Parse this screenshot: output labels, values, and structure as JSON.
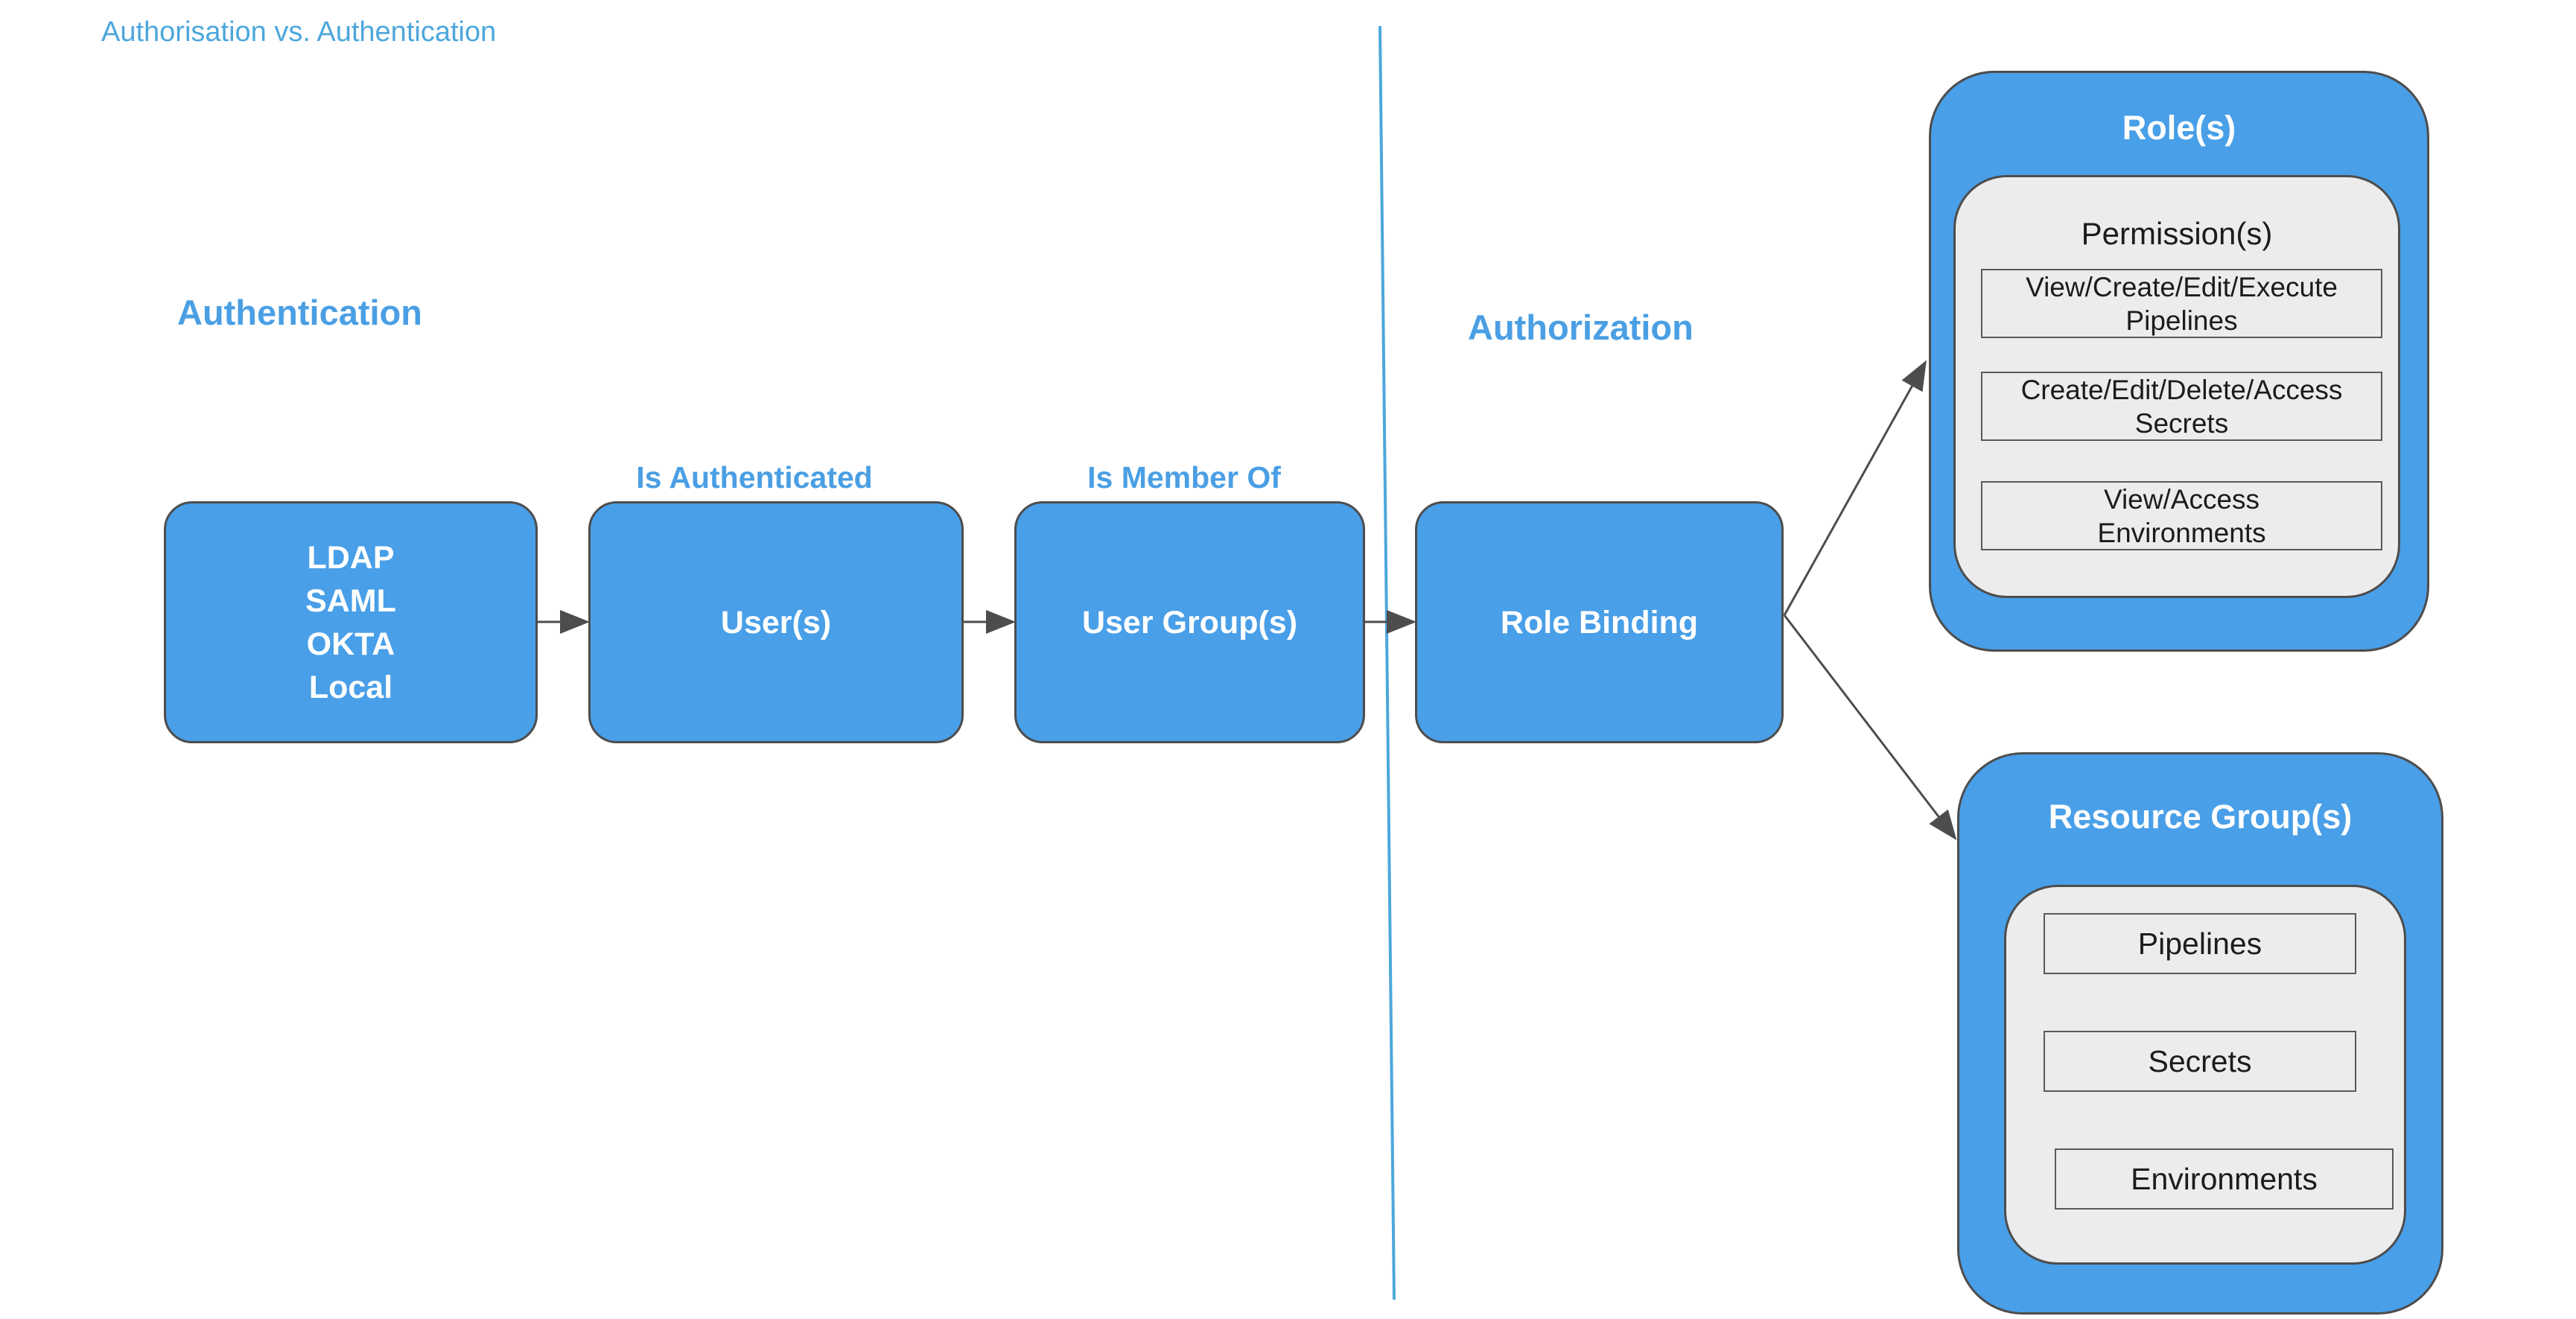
{
  "title": "Authorisation vs. Authentication",
  "sections": {
    "authentication": {
      "heading": "Authentication"
    },
    "authorization": {
      "heading": "Authorization"
    }
  },
  "flow": {
    "identity_providers": {
      "label": "LDAP\nSAML\nOKTA\nLocal"
    },
    "users": {
      "label": "User(s)"
    },
    "user_groups": {
      "label": "User Group(s)"
    },
    "role_binding": {
      "label": "Role Binding"
    },
    "edge_labels": {
      "is_authenticated": "Is Authenticated",
      "is_member_of": "Is Member Of"
    }
  },
  "roles": {
    "title": "Role(s)",
    "subtitle": "Permission(s)",
    "permissions": [
      "View/Create/Edit/Execute\nPipelines",
      "Create/Edit/Delete/Access\nSecrets",
      "View/Access\nEnvironments"
    ]
  },
  "resource_groups": {
    "title": "Resource Group(s)",
    "resources": [
      "Pipelines",
      "Secrets",
      "Environments"
    ]
  },
  "colors": {
    "shape_blue": "#499fe8",
    "divider_blue": "#4da7dc",
    "heading_blue": "#4a9fe4",
    "container_gray": "#ececec",
    "border_dark": "#4d4d4d"
  }
}
